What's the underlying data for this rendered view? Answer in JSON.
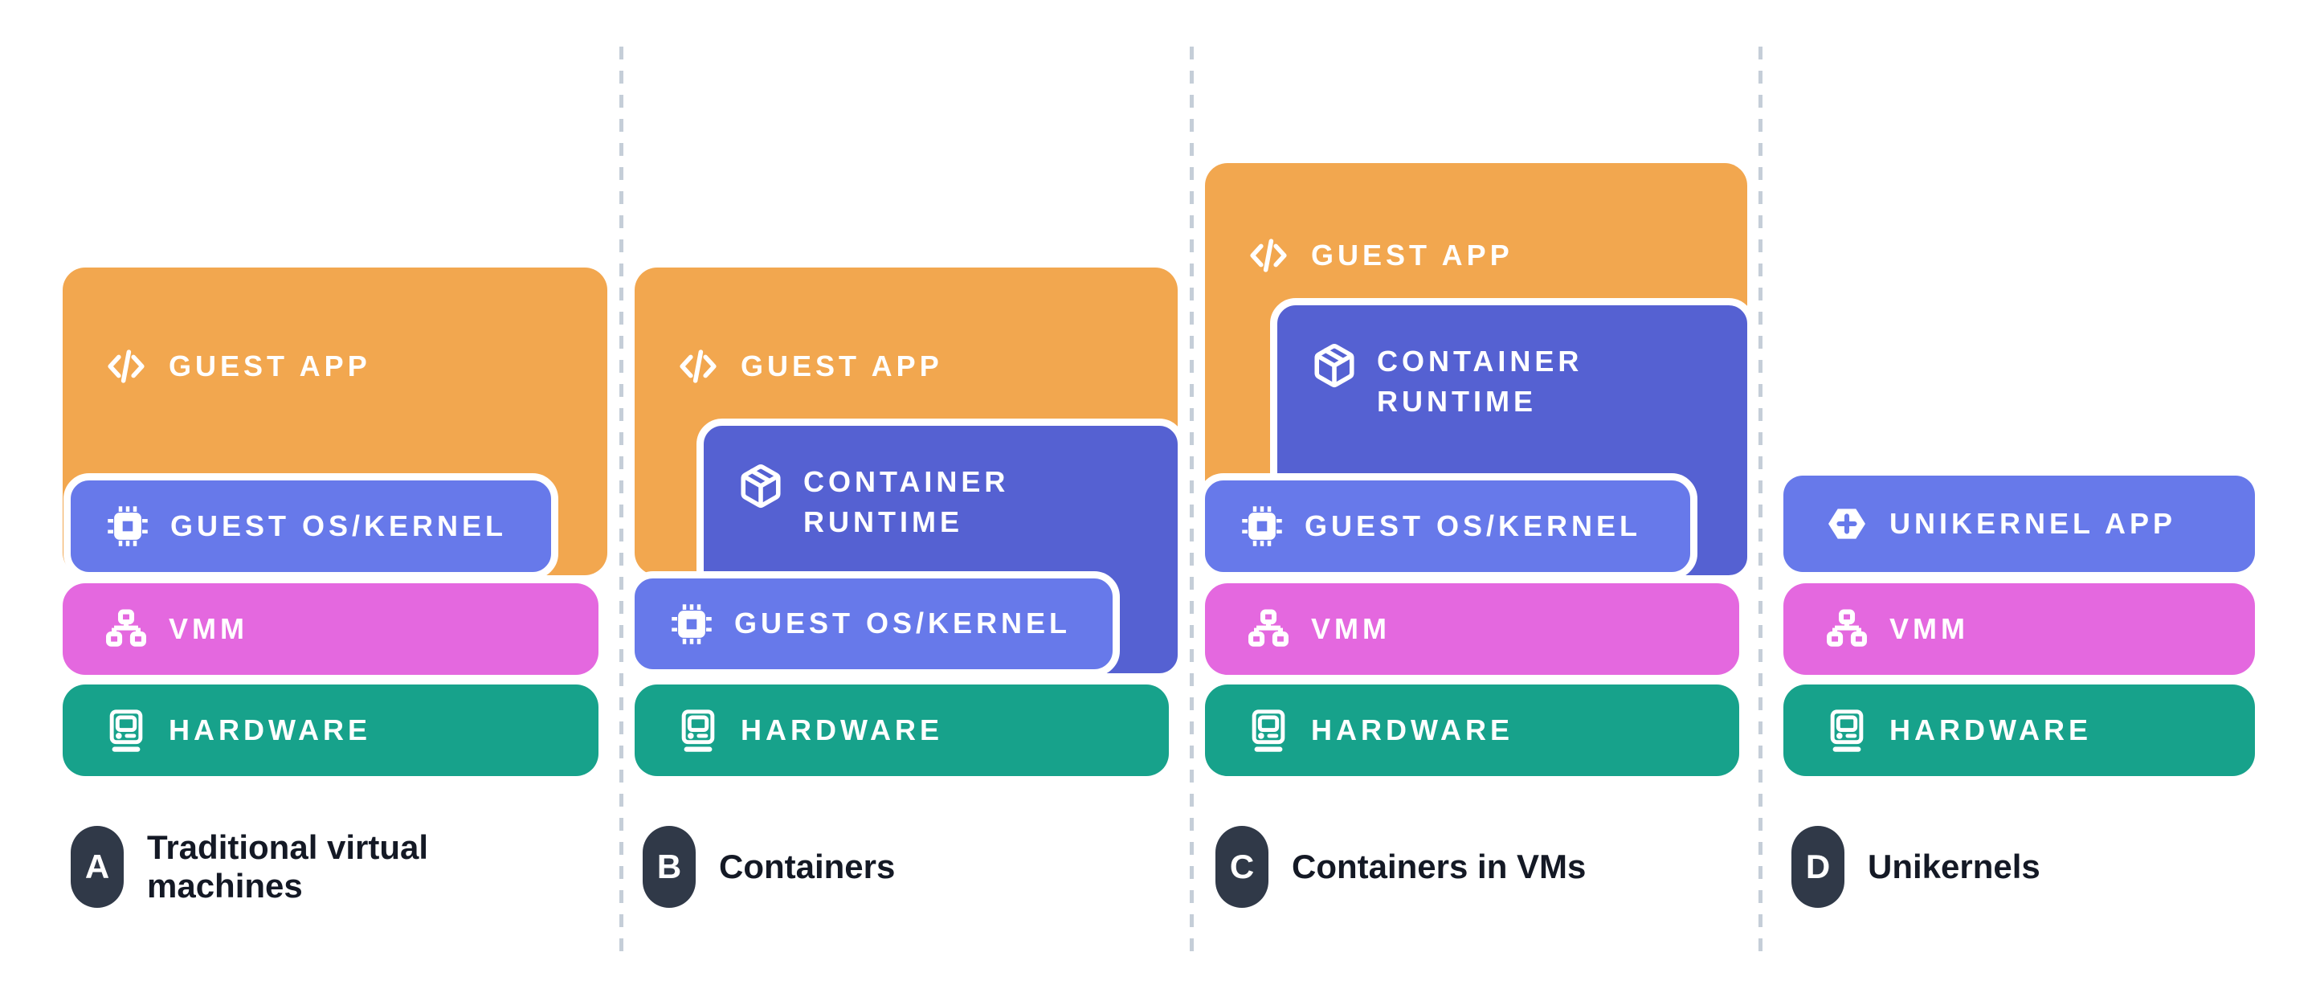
{
  "page": {
    "background": "#ffffff"
  },
  "colors": {
    "guest_app": "#f2a74f",
    "container_runtime": "#5561d2",
    "os_kernel_and_unikernel": "#6779ea",
    "vmm": "#e468df",
    "hardware": "#17a28b",
    "badge": "#303948",
    "divider": "#c5ced8",
    "caption_text": "#141925",
    "block_text": "#ffffff"
  },
  "labels": {
    "guest_app": "GUEST APP",
    "container_runtime": "CONTAINER\nRUNTIME",
    "guest_os_kernel": "GUEST OS/KERNEL",
    "vmm": "VMM",
    "hardware": "HARDWARE",
    "unikernel_app": "UNIKERNEL APP"
  },
  "icons": {
    "guest_app": "code-icon",
    "container_runtime": "package-icon",
    "guest_os_kernel": "chip-icon",
    "vmm": "sitemap-icon",
    "hardware": "monitor-icon",
    "unikernel_app": "hexagon-plus-icon"
  },
  "columns": [
    {
      "badge": "A",
      "caption": "Traditional virtual\nmachines",
      "stack": [
        "GUEST APP",
        "GUEST OS/KERNEL",
        "VMM",
        "HARDWARE"
      ]
    },
    {
      "badge": "B",
      "caption": "Containers",
      "stack": [
        "GUEST APP",
        "CONTAINER RUNTIME",
        "GUEST OS/KERNEL",
        "HARDWARE"
      ]
    },
    {
      "badge": "C",
      "caption": "Containers in VMs",
      "stack": [
        "GUEST APP",
        "CONTAINER RUNTIME",
        "GUEST OS/KERNEL",
        "VMM",
        "HARDWARE"
      ]
    },
    {
      "badge": "D",
      "caption": "Unikernels",
      "stack": [
        "UNIKERNEL APP",
        "VMM",
        "HARDWARE"
      ]
    }
  ]
}
